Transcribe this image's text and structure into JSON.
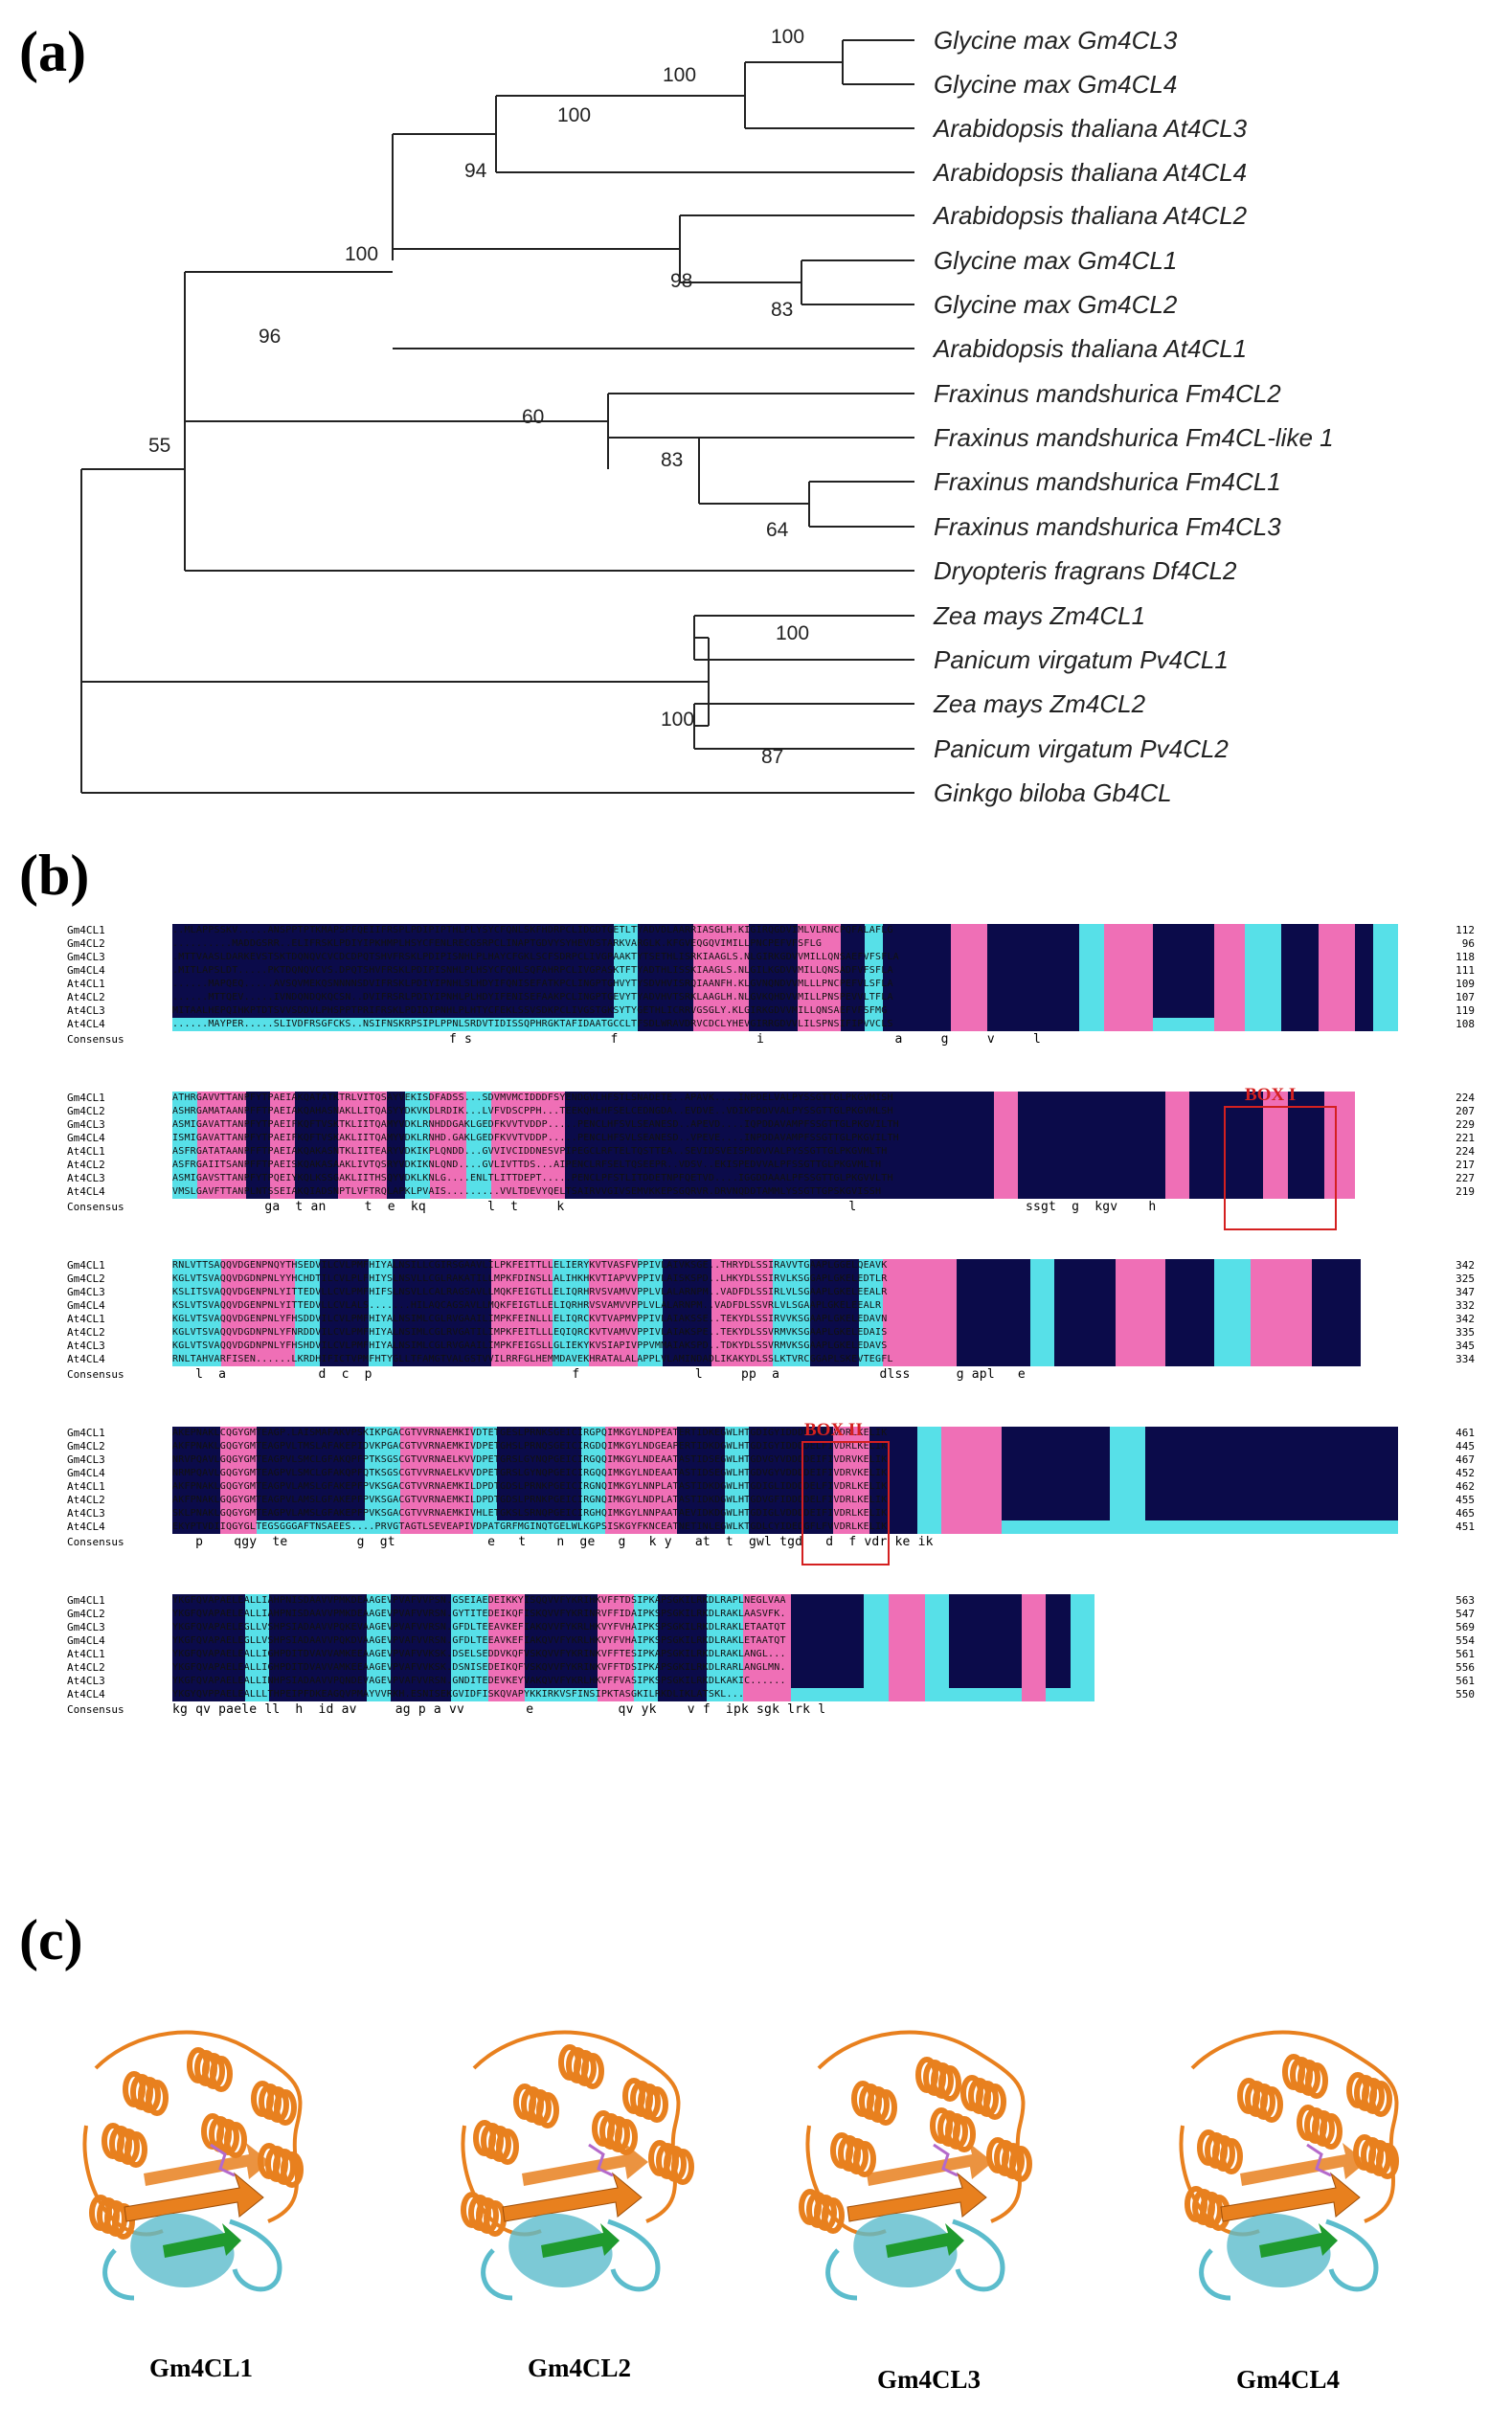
{
  "panels": {
    "a": "(a)",
    "b": "(b)",
    "c": "(c)"
  },
  "tree": {
    "leaves": [
      "Glycine max Gm4CL3",
      "Glycine max Gm4CL4",
      "Arabidopsis thaliana At4CL3",
      "Arabidopsis thaliana At4CL4",
      "Arabidopsis thaliana At4CL2",
      "Glycine max Gm4CL1",
      "Glycine max Gm4CL2",
      "Arabidopsis thaliana At4CL1",
      "Fraxinus mandshurica Fm4CL2",
      "Fraxinus mandshurica Fm4CL-like 1",
      "Fraxinus mandshurica Fm4CL1",
      "Fraxinus mandshurica Fm4CL3",
      "Dryopteris fragrans Df4CL2",
      "Zea mays Zm4CL1",
      "Panicum virgatum Pv4CL1",
      "Zea mays Zm4CL2",
      "Panicum virgatum Pv4CL2",
      "Ginkgo biloba Gb4CL"
    ],
    "bootstrap": [
      "100",
      "100",
      "100",
      "94",
      "100",
      "98",
      "83",
      "96",
      "60",
      "83",
      "64",
      "55",
      "100",
      "100",
      "87"
    ]
  },
  "alignment": {
    "consensus_label": "Consensus",
    "colors": {
      "identical": "#0b0b4a",
      "high": "#ef6fb6",
      "low": "#57e0e8",
      "none": "#ffffff"
    },
    "names": [
      "Gm4CL1",
      "Gm4CL2",
      "Gm4CL3",
      "Gm4CL4",
      "At4CL1",
      "At4CL2",
      "At4CL3",
      "At4CL4"
    ],
    "blocks": [
      {
        "seqs": [
          "..MLAPPSSKV.....ANSPPTPTKMAPSPFQEIIFRSPLPDIPIPTHLPLYSYCFQNLSKFHDRPCLIDGDTGETLTYADVDLAARRIASGLH.KIGIRQGDVIMLVLRNCPQFALAFLG",
          "..........MADDGSRR..ELIFRSKLPDIYIPKHMPLHSYCFENLRECGSRPCLINAPTGDVYSYHEVDSTARKVARGLK.KFGVEQGQVIMILLPNCPEFVFSFLG",
          ".MTTVAASLDARKEVSTSKTDQNQVCVCDCDPQTSHVFRSKLPDIPISNHLPLHAYCFGKLSCFSDRPCLIVGPAAKTYTSETHLISRKIAAGLS.NLGIRKGDVVMILLQNSAEFVFSFLA",
          ".MITLAPSLDT.....PKTDQNQVCVS.DPQTSHVFRSKLPDIPISNHLPLHSYCFQNLSQFAHRPCLIVGPASKTFTYADTHLISSKIAAGLS.NLGILKGDVVMILLQNSADFVFSFLA",
          "......MAPQEQ.....AVSQVMEKQSNNNNSDVIFRSKLPDIYIPNHLSLHDYIFQNISEFATKPCLINGPTGHVYTYSDVHVISRQIAANFH.KLGVNQNDVVMLLLPNCPEFVLSFLA",
          "......MTTQEV.....IVNDQNDQKQCSN..DVIFRSRLPDIYIPNHLPLHDYIFENISEFAAKPCLINGPTGEVYTYADVHVTSRKLAAGLH.NLGVKQHDVVMILLPNSPEVVLTFLA",
          "MITAALHEPQIHKPTDTSVVSDDVLPHSPPTPRIFRSKLPDIDIPNHLPLHTYCFEKLSSVSDKPCLIVGSTGKSYTYGETHLICRRVGSGLY.KLGIRKGDVVMILLQNSAEFVFSFMG",
          "......MAYPER.....SLIVDFRSGFCKS..NSIFNSKRPSIPLPPNLSRDVTIDISSQPHRGKTAFIDAATGCCLTFSDLWRAVDRVCDCLYHEVGIRRGDVVLILSPNSIFIPVVCLS"
        ],
        "consensus": "                                    f s                  f                  i                 a     g     v     l      ",
        "numbers": [
          "112",
          "96",
          "118",
          "111",
          "109",
          "107",
          "119",
          "108"
        ],
        "pattern": [
          [
            "n",
            0.36,
            "l",
            0.02,
            "i",
            0.015,
            "n",
            0.03,
            "h",
            0.045,
            "n",
            0.04,
            "h",
            0.035,
            "n",
            0.02,
            "l",
            0.015,
            "n",
            0.055,
            "h",
            0.03,
            "n",
            0.075,
            "l",
            0.02,
            "h",
            0.04,
            "n",
            0.05,
            "h",
            0.025,
            "l",
            0.03,
            "n",
            0.03,
            "h",
            0.03,
            "n",
            0.015,
            "l",
            0.02
          ]
        ]
      },
      {
        "seqs": [
          "ATHRGAVVTTANPFYTPAEIAKQATATKTRLVITQSAYVEKISDFADSS...SDVMVMCIDDDFSYENDGVLHFSTLSNADETE..APAVK....INPDELVALPYSSGTTGLPKGVMISH",
          "ASHRGAMATAANPFFTPAEIAKQAHASNAKLLITQASYYDKVKDLRDIK...LVFVDSCPPH...TEEKQHLHFSELCEDNGDA..EVDVE..VDIKPDDVVALPYSSGTTGLPKGVMLSH",
          "ASMIGAVATTANPFYTPAEIFKQFTVSKTKLIITQAMYVDKLRNHDDGAKLGEDFKVVTVDDP.....PENCLHFSVLSEANESD..APEVD....IQPDDAVAMPFSSGTTGLPKGVILTH",
          "ISMIGAVATTANPFYTPAEIFKQFTVSKAKLIITQAMYVDKLRNHD.GAKLGEDFKVVTVDDP.....PENCLHFSVLSEANESD..VPEVE....INPDDAVAMPFSSGTTGLPKGVILTH",
          "ASFRGATATAANPFFTPAEIAKQAKASNTKLIITEARYVDKIKPLQNDD...GVVIVCIDDNESVPIPEGCLRFTELTQSTTEA..SEVIDSVEISPDDVVALPYSSGTTGLPKGVMLTH",
          "ASFRGAIITSANPFFTPAEISKQAKASAAKLIVTQSRYVDKIKNLQND....GVLIVTTDS...AIPENCLRFSELTQSEEPR..VDSV..EKISPEDVVALPFSSGTTGLPKGVMLTH",
          "ASMIGAVSTTANPFYTPQEIYKQLKSSGAKLIITHSQYVDKLKNLG....ENLTLITTDEPT.....PENCLPFSTLITDDETNPFQETVD....IGGDDAAALPFSSGTTGLPKGVVLTH",
          "VMSLGAVFTTANPLNTSSEIAKQIADSNPTLVFTRQLAPKLPVAIS.........VVLTDEVYQELTSAIRVVGIVSEMVKKEPSGQRVR.DRVNQDDTAMMLYSSGTTGPSKGVISSH"
        ],
        "consensus": "            ga  t an     t  e  kq        l  t     k                                     l                      ssgt  g  kgv    h",
        "numbers": [
          "224",
          "207",
          "229",
          "221",
          "224",
          "217",
          "227",
          "219"
        ],
        "pattern": [
          [
            "l",
            0.02,
            "h",
            0.04,
            "i",
            0.02,
            "h",
            0.02,
            "i",
            0.035,
            "h",
            0.04,
            "i",
            0.015,
            "l",
            0.02,
            "h",
            0.03,
            "l",
            0.02,
            "h",
            0.06,
            "n",
            0.35,
            "h",
            0.02,
            "n",
            0.12,
            "h",
            0.02,
            "i",
            0.06,
            "h",
            0.02,
            "i",
            0.03,
            "h",
            0.025
          ]
        ]
      },
      {
        "seqs": [
          "RNLVTTSAQQVDGENPNQYTHSEDVILCVLPMFHIYALNSILLCGIRSGAAVLILPKFEITTLLELIERYKVTVASFVPPIVLAIVKSGE..THRYDLSSIRAVVTGAAPLGGELQEAVK",
          "KGLVTSVAQQVDGDNPNLYYHCHDTILCVLPLFHIYSLNSVLLCGLRAKATILLMPKFDINSLLALIHKHKVTIAPVVPPIVLAISKSPD..LHKYDLSSIRVLKSGGAPLGKELEDTLR",
          "KSLITSVAQQVDGENPNLYITTEDVLLCVLPMFHIFSLNSVLLCALRAGSAVLLMQKFEIGTLLELIQRHRVSVAMVVPPLVLALARNPM..VADFDLSSIRLVLSGAAPLGKELEEALR",
          "KSLVTSVAQQVDGENPNLYITTEDVLLCVLALS.......HILAQCAGSAVLLMQKFEIGTLLELIQRHRVSVAMVVPPLVLALARNPM..VADFDLSSVRLVLSGAAPLGKELEEALR",
          "KGLVTSVAQQVDGENPNLYFHSDDVILCVLPMFHIYALNSIMLCGLRVGAAILIMPKFEINLLLELIQRCKVTVAPMVPPIVLAIAKSSE..TEKYDLSSIRVVKSGAAPLGKELEDAVN",
          "KGLVTSVAQQVDGDNPNLYFNRDDVILCVLPMFHIYALNSIMLCGLRVGATILIMPKFEITLLLEQIQRCKVTVAMVVPPIVLAIAKSPE..TEKYDLSSVRMVKSGAAPLGKELEDAIS",
          "KGLVTSVAQQVDGDNPNLYFHSHDVILCVLPMFHIYALNSIMLCGLRVGAAILIMPKFEIGSLLGLIEKYKVSIAPIVPPVMMAIAKSPD..TDKYDLSSVRMVKSGAAPLGKELEDAVS",
          "RNLTAHVARFISEN......LKRDHIFICTVPMFHTYGLLTFAMGTVALGSTVVILRRFGLHEMMDAVEKHRATALALAPPLVLAMINDADLIKAKYDLSSLKTVRCGGAPLSKEVTEGFL"
        ],
        "consensus": "   l  a            d  c  p                          f               l     pp  a             dlss      g apl   e     ",
        "numbers": [
          "342",
          "325",
          "347",
          "332",
          "342",
          "335",
          "345",
          "334"
        ],
        "pattern": [
          [
            "l",
            0.04,
            "h",
            0.06,
            "l",
            0.02,
            "n",
            0.04,
            "l",
            0.02,
            "i",
            0.08,
            "h",
            0.05,
            "l",
            0.03,
            "h",
            0.04,
            "l",
            0.02,
            "i",
            0.04,
            "h",
            0.05,
            "l",
            0.03,
            "n",
            0.04,
            "l",
            0.02,
            "h",
            0.06,
            "i",
            0.06,
            "l",
            0.02,
            "i",
            0.05,
            "h",
            0.04,
            "i",
            0.04,
            "l",
            0.03,
            "h",
            0.05,
            "i",
            0.04
          ]
        ]
      },
      {
        "seqs": [
          "AKEPNAKLCQGYGMTEAGP.LAISMAFAKVPSKIKPGACGTVVRNAEMKIVDTETGESLPRNKSGEICIRGPQIMKGYLNDPEATERTIDKEGWLHTGDIGYIDDDDELFIVDRLKELIK",
          "AKFPNAKLGQGYGMTEAGPVLTMSLAFAKEPIDVKPGACGTVVRNAEMKIVDPETGHSLPRNQSGEICIRGDQIMKGYLNDGEAPERTIDKDGWLHTGDIGYIDDDDELFIVDRLKELIK",
          "NRVPQAVLGQGYGMTEAGPVLSMCLGFAKQPFPTKSGSCGTVVRNAELKVVDPETGRSLGYNQPGEICIRGQQIMKGYLNDEAATASTIDSEGWLHTGDVGYVDDDDEIFIVDRVKELIK",
          "NRMPQAVLGQGYGMTEAGPVLSMCLGFAKQPFQTKSGSCGTVVRNAELKVVDPETGRSLGYNQPGEICIRGQQIMKGYLNDEAATASTIDSEGWLHTGDVGYVDDDDEIFIVDRVKELIK",
          "AKFPNAKLGQGYGMTEAGPVLAMSLGFAKEPFPVKSGACGTVVRNAEMKILDPDTGDSLPRNKPGEICIRGNQIMKGYLNNPLATASTIDKDGWLHTGDIGLIDDDDELFIVDRLKELIK",
          "AKFPNAKLGQGYGMTEAGPVLAMSLGFAKEPFPVKSGACGTVVRNAEMKILDPDTGDSLPRNKPGEICIRGNQIMKGYLNDPLATASTIDKDGWLHTGDVGFIDDDDELFIVDRLKELIK",
          "SKLPNAKLGQGYGMTEAGPVLAMSLGFAKEPFPVKSGACGTVVRNAEMKIVHLETGKSLSRNQPGEICIRGHQIMKGYLNNPAATAEVIDKDGWLHTGDIGLVDDDDEIFIVDRLKELIK",
          "EKYPTVDIIQGYGLTEGSGGGAFTNSAEES....PRVGTAGTLSEVEAPIVDPATGRFMGINQTGELWLKGPSISKGYFKNCEATNETINLEGWLKTGDLCYIDEDGFLFVVDRLKELIK"
        ],
        "consensus": "   p    qgy  te         g  gt            e   t    n  ge   g   k y   at  t  gwl tgd   d  f vdr ke ik",
        "numbers": [
          "461",
          "445",
          "467",
          "452",
          "462",
          "455",
          "465",
          "451"
        ],
        "pattern": [
          [
            "i",
            0.04,
            "h",
            0.03,
            "n",
            0.09,
            "l",
            0.03,
            "h",
            0.06,
            "l",
            0.02,
            "n",
            0.07,
            "l",
            0.02,
            "h",
            0.06,
            "n",
            0.04,
            "l",
            0.02,
            "n",
            0.07,
            "h",
            0.03,
            "n",
            0.04,
            "l",
            0.02,
            "h",
            0.05,
            "n",
            0.09,
            "l",
            0.03,
            "n",
            0.21
          ]
        ]
      },
      {
        "seqs": [
          "YKGFQVAPAELEALLIAHPNISDAAVVPMKDEAAGEVPVAFVVPSN.GSEIAEDEIKKYISQQVVFYKRIHKVFFTDSIPKAPSGKILRKDLRAPLNEGLVAA",
          "YKGFQVAPAELEALLIAHPNISDAAVVPMKDEAAGEVPVAFVVRSN.GYTITEDEIKQFISKQVVFYKRINRVFFIDAIPKSPSGKILRKDLRAKLAASVFK.",
          "YKGFQVAPAELEGLLVSHPSIADAAVVPQKEVAAGEVPVAFVVRSN.GFDLTEEAVKEFIAKQVVFYKRLHKVYFVHAIPKSPSGKILRKDLRAKLETAATQT",
          "YKGFQVAPAELEGLLVSHPSIADAAVVPQKDVAAGEVPVAFVVRSN.GFDLTEEAVKEFIAKQVVFYKRLHKVYFVHAIPKSPSGKILRKDLRAKLETAATQT",
          "YKGFQVAPAELEALLIGHPDITDVAVVAMKEEAAGEVPVAFVVKSK.DSELSEDDVKQFVSKQVVFYKRINKVFFTESIPKAPSGKILRKDLRAKLANGL...",
          "YKGFQVAPAELEALLIGHPDITDVAVVAMKEEAAGEVPVAFVVKSK.DSNISEDEIKQFVSKQVVFYKRINKVFFTDSIPKAPSGKILRKDLRARLANGLMN.",
          "YKGFQVAPAELEALLINHPSIADAAVVPQNDEVAGEVPVAFVVRSN.GNDITEDEVKEYVAKQVVFYKRLHKVFFVASIPKSPSGKILRKDLKAKIC......",
          "YKGYQVPPAELEALLLTHPEIPFDKEAGQVPMAYVVRKH.ESNISEKGVIDFISKQVAPYKKIRKVSFINSIPKTASGKILRKDLIKLATSKL..."
        ],
        "consensus": "kg qv paele ll  h  id av     ag p a vv        e           qv yk    v f  ipk sgk lrk l",
        "numbers": [
          "563",
          "547",
          "569",
          "554",
          "561",
          "556",
          "561",
          "550"
        ],
        "pattern": [
          [
            "i",
            0.04,
            "n",
            0.02,
            "l",
            0.02,
            "n",
            0.08,
            "l",
            0.02,
            "n",
            0.05,
            "l",
            0.03,
            "h",
            0.03,
            "n",
            0.06,
            "h",
            0.03,
            "l",
            0.02,
            "n",
            0.04,
            "l",
            0.03,
            "h",
            0.04,
            "n",
            0.06,
            "l",
            0.02,
            "h",
            0.03,
            "l",
            0.02,
            "n",
            0.06,
            "h",
            0.02,
            "n",
            0.02,
            "l",
            0.02,
            "w",
            0.25
          ]
        ]
      }
    ],
    "boxes": [
      "BOX I",
      "BOX II"
    ]
  },
  "structures": [
    {
      "label": "Gm4CL1"
    },
    {
      "label": "Gm4CL2"
    },
    {
      "label": "Gm4CL3"
    },
    {
      "label": "Gm4CL4"
    }
  ],
  "structure_colors": {
    "main": "#e8801e",
    "loop": "#5bbccc",
    "sheet": "#1f9a2e",
    "ligand": "#b46acb"
  }
}
